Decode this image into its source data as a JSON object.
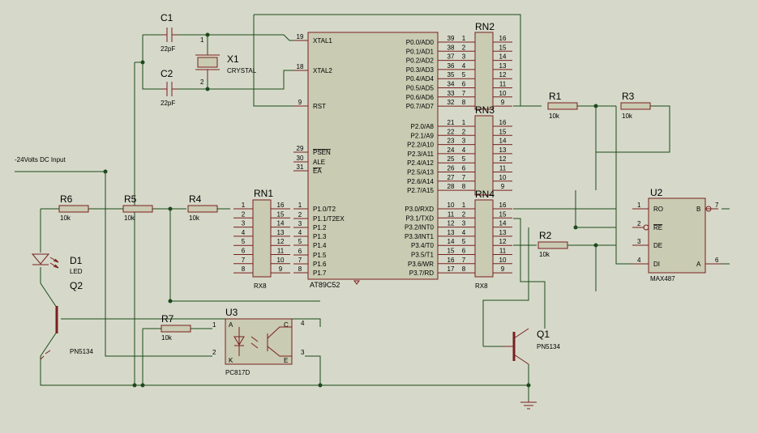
{
  "components": {
    "c1": {
      "ref": "C1",
      "value": "22pF"
    },
    "c2": {
      "ref": "C2",
      "value": "22pF"
    },
    "x1": {
      "ref": "X1",
      "value": "CRYSTAL",
      "pins": [
        "1",
        "2"
      ]
    },
    "mcu": {
      "ref": "AT89C52",
      "left_pins": [
        {
          "num": "19",
          "name": "XTAL1"
        },
        {
          "num": "18",
          "name": "XTAL2"
        },
        {
          "num": "9",
          "name": "RST"
        },
        {
          "num": "29",
          "name": "PSEN"
        },
        {
          "num": "30",
          "name": "ALE"
        },
        {
          "num": "31",
          "name": "EA"
        },
        {
          "num": "1",
          "name": "P1.0/T2"
        },
        {
          "num": "2",
          "name": "P1.1/T2EX"
        },
        {
          "num": "3",
          "name": "P1.2"
        },
        {
          "num": "4",
          "name": "P1.3"
        },
        {
          "num": "5",
          "name": "P1.4"
        },
        {
          "num": "6",
          "name": "P1.5"
        },
        {
          "num": "7",
          "name": "P1.6"
        },
        {
          "num": "8",
          "name": "P1.7"
        }
      ],
      "right_pins": [
        {
          "num": "39",
          "name": "P0.0/AD0"
        },
        {
          "num": "38",
          "name": "P0.1/AD1"
        },
        {
          "num": "37",
          "name": "P0.2/AD2"
        },
        {
          "num": "36",
          "name": "P0.3/AD3"
        },
        {
          "num": "35",
          "name": "P0.4/AD4"
        },
        {
          "num": "34",
          "name": "P0.5/AD5"
        },
        {
          "num": "33",
          "name": "P0.6/AD6"
        },
        {
          "num": "32",
          "name": "P0.7/AD7"
        },
        {
          "num": "21",
          "name": "P2.0/A8"
        },
        {
          "num": "22",
          "name": "P2.1/A9"
        },
        {
          "num": "23",
          "name": "P2.2/A10"
        },
        {
          "num": "24",
          "name": "P2.3/A11"
        },
        {
          "num": "25",
          "name": "P2.4/A12"
        },
        {
          "num": "26",
          "name": "P2.5/A13"
        },
        {
          "num": "27",
          "name": "P2.6/A14"
        },
        {
          "num": "28",
          "name": "P2.7/A15"
        },
        {
          "num": "10",
          "name": "P3.0/RXD"
        },
        {
          "num": "11",
          "name": "P3.1/TXD"
        },
        {
          "num": "12",
          "name": "P3.2/INT0"
        },
        {
          "num": "13",
          "name": "P3.3/INT1"
        },
        {
          "num": "14",
          "name": "P3.4/T0"
        },
        {
          "num": "15",
          "name": "P3.5/T1"
        },
        {
          "num": "16",
          "name": "P3.6/WR"
        },
        {
          "num": "17",
          "name": "P3.7/RD"
        }
      ]
    },
    "rn1": {
      "ref": "RN1",
      "value": "RX8",
      "left": [
        "1",
        "2",
        "3",
        "4",
        "5",
        "6",
        "7",
        "8"
      ],
      "right": [
        "16",
        "15",
        "14",
        "13",
        "12",
        "11",
        "10",
        "9"
      ]
    },
    "rn2": {
      "ref": "RN2",
      "left": [
        "1",
        "2",
        "3",
        "4",
        "5",
        "6",
        "7",
        "8"
      ],
      "right": [
        "16",
        "15",
        "14",
        "13",
        "12",
        "11",
        "10",
        "9"
      ]
    },
    "rn3": {
      "ref": "RN3",
      "left": [
        "1",
        "2",
        "3",
        "4",
        "5",
        "6",
        "7",
        "8"
      ],
      "right": [
        "16",
        "15",
        "14",
        "13",
        "12",
        "11",
        "10",
        "9"
      ]
    },
    "rn4": {
      "ref": "RN4",
      "value": "RX8",
      "left": [
        "1",
        "2",
        "3",
        "4",
        "5",
        "6",
        "7",
        "8"
      ],
      "right": [
        "16",
        "15",
        "14",
        "13",
        "12",
        "11",
        "10",
        "9"
      ]
    },
    "r1": {
      "ref": "R1",
      "value": "10k"
    },
    "r2": {
      "ref": "R2",
      "value": "10k"
    },
    "r3": {
      "ref": "R3",
      "value": "10k"
    },
    "r4": {
      "ref": "R4",
      "value": "10k"
    },
    "r5": {
      "ref": "R5",
      "value": "10k"
    },
    "r6": {
      "ref": "R6",
      "value": "10k"
    },
    "r7": {
      "ref": "R7",
      "value": "10k"
    },
    "d1": {
      "ref": "D1",
      "value": "LED"
    },
    "q1": {
      "ref": "Q1",
      "value": "PN5134"
    },
    "q2": {
      "ref": "Q2",
      "value": "PN5134"
    },
    "u2": {
      "ref": "U2",
      "value": "MAX487",
      "left_pins": [
        {
          "num": "1",
          "name": "RO"
        },
        {
          "num": "2",
          "name": "RE"
        },
        {
          "num": "3",
          "name": "DE"
        },
        {
          "num": "4",
          "name": "DI"
        }
      ],
      "right_pins": [
        {
          "num": "7",
          "name": "B"
        },
        {
          "num": "6",
          "name": "A"
        }
      ]
    },
    "u3": {
      "ref": "U3",
      "value": "PC817D",
      "pins": [
        {
          "num": "1",
          "name": "A"
        },
        {
          "num": "2",
          "name": "K"
        },
        {
          "num": "4",
          "name": "C"
        },
        {
          "num": "3",
          "name": "E"
        }
      ]
    }
  },
  "labels": {
    "dc_input": "-24Volts DC Input"
  }
}
